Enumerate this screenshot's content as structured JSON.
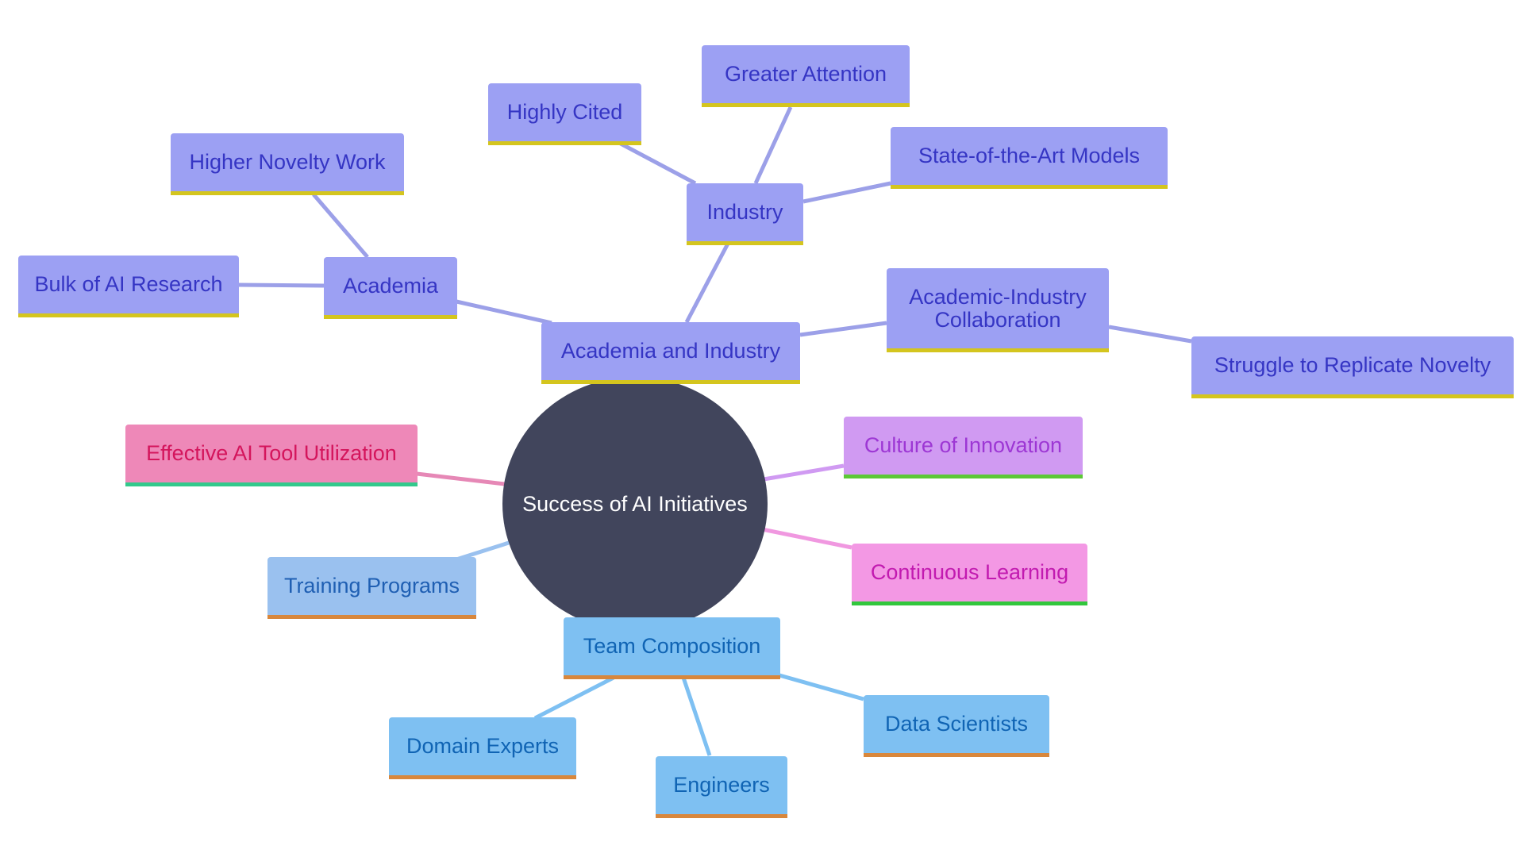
{
  "center": {
    "label": "Success of AI Initiatives",
    "color": "#41455c"
  },
  "branches": {
    "academia_and_industry": {
      "label": "Academia and Industry",
      "academia": {
        "label": "Academia",
        "children": [
          "Higher Novelty Work",
          "Bulk of AI Research"
        ]
      },
      "industry": {
        "label": "Industry",
        "children": [
          "Highly Cited",
          "Greater Attention",
          "State-of-the-Art Models"
        ]
      },
      "collaboration": {
        "label": "Academic-Industry Collaboration",
        "children": [
          "Struggle to Replicate Novelty"
        ]
      }
    },
    "effective_tool_use": {
      "label": "Effective AI Tool Utilization"
    },
    "training_programs": {
      "label": "Training Programs"
    },
    "culture": {
      "label": "Culture of Innovation"
    },
    "continuous_learning": {
      "label": "Continuous Learning"
    },
    "team_composition": {
      "label": "Team Composition",
      "children": [
        "Domain Experts",
        "Engineers",
        "Data Scientists"
      ]
    }
  },
  "colors": {
    "purple_fill": "#9ca0f3",
    "purple_edge": "#9ca0e8",
    "pink_fill": "#ee88b8",
    "lightblue_fill": "#9ac1ef",
    "blue_fill": "#7ec0f2",
    "violet_fill": "#d09af2",
    "magenta_fill": "#f398e4"
  }
}
